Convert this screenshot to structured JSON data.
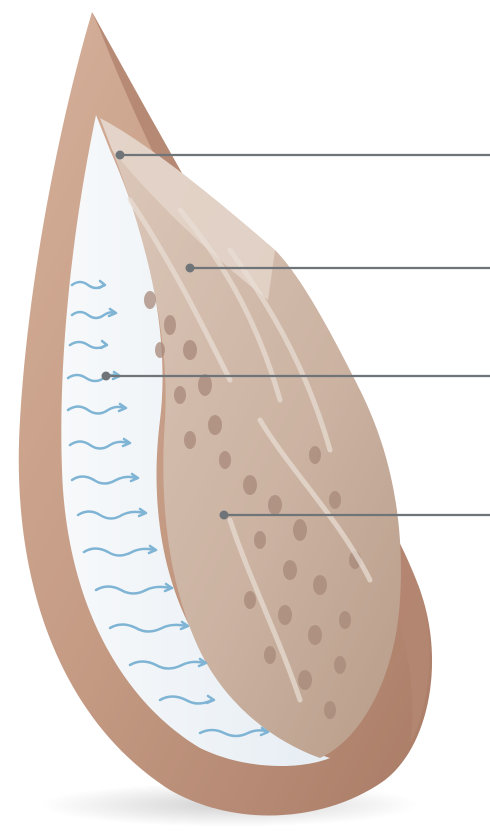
{
  "image": {
    "subject": "breast-prosthesis-cutaway",
    "callout_count": 4,
    "colors": {
      "background": "#ffffff",
      "shell": "#c49a83",
      "shell_shadow": "#9c6f5c",
      "inner_gel": "#cdb4a3",
      "texture_light": "#e2d2c6",
      "texture_dark": "#a38675",
      "comfort_layer": "#eef3f8",
      "air_arrows": "#7fb4d4",
      "callout_line": "#6e7478"
    },
    "icons": [
      "callout-dot",
      "airflow-arrow"
    ]
  }
}
